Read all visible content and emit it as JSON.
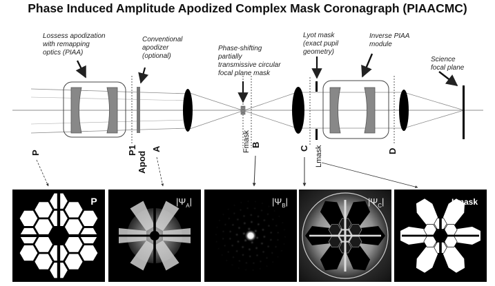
{
  "title": "Phase Induced Amplitude Apodized Complex Mask Coronagraph (PIAACMC)",
  "annotations": {
    "piaa": [
      "Lossess apodization",
      "with remapping",
      "optics (PIAA)"
    ],
    "apodizer": [
      "Conventional",
      "apodizer",
      "(optional)"
    ],
    "fpm": [
      "Phase-shifting",
      "partially",
      "transmissive circular",
      "focal plane mask"
    ],
    "lyot": [
      "Lyot mask",
      "(exact pupil",
      "geometry)"
    ],
    "inverse": [
      "Inverse PIAA",
      "module"
    ],
    "science": [
      "Science",
      "focal plane"
    ]
  },
  "planes": {
    "p": "P",
    "p1": "P1",
    "apod": "Apod",
    "a": "A",
    "fmask": "Fmask",
    "b": "B",
    "c": "C",
    "lmask": "Lmask",
    "d": "D"
  },
  "panels": [
    {
      "id": "P",
      "label": "P"
    },
    {
      "id": "A",
      "label": "|Ψ",
      "sub": "A",
      "close": "|"
    },
    {
      "id": "B",
      "label": "|Ψ",
      "sub": "B",
      "close": "|"
    },
    {
      "id": "C",
      "label": "|Ψ",
      "sub": "C",
      "close": "|"
    },
    {
      "id": "Lmask",
      "label": "Lmask"
    }
  ]
}
